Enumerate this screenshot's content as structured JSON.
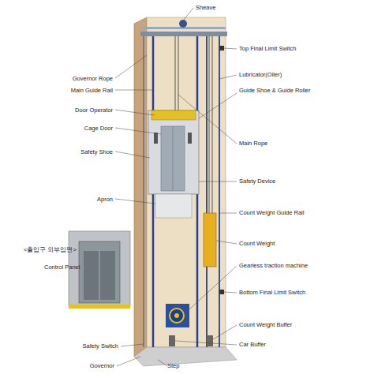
{
  "diagram": {
    "labels": [
      "Sheave",
      "Top Final Limit Switch",
      "Governor Rope",
      "Lubricator(Oiler)",
      "Main Guide Rail",
      "Guide Shoe & Guide Roller",
      "Door Operator",
      "Main Rope",
      "Cage Door",
      "Safety Shoe",
      "Safety Device",
      "Apron",
      "Count Weight Guide Rail",
      "Count Weight",
      "<출입구 외부입면>",
      "Gearless traction machine",
      "Control Panel",
      "Bottom Final Limit Switch",
      "Count Weight Buffer",
      "Safety Switch",
      "Car Buffer",
      "Governor",
      "Step"
    ]
  }
}
